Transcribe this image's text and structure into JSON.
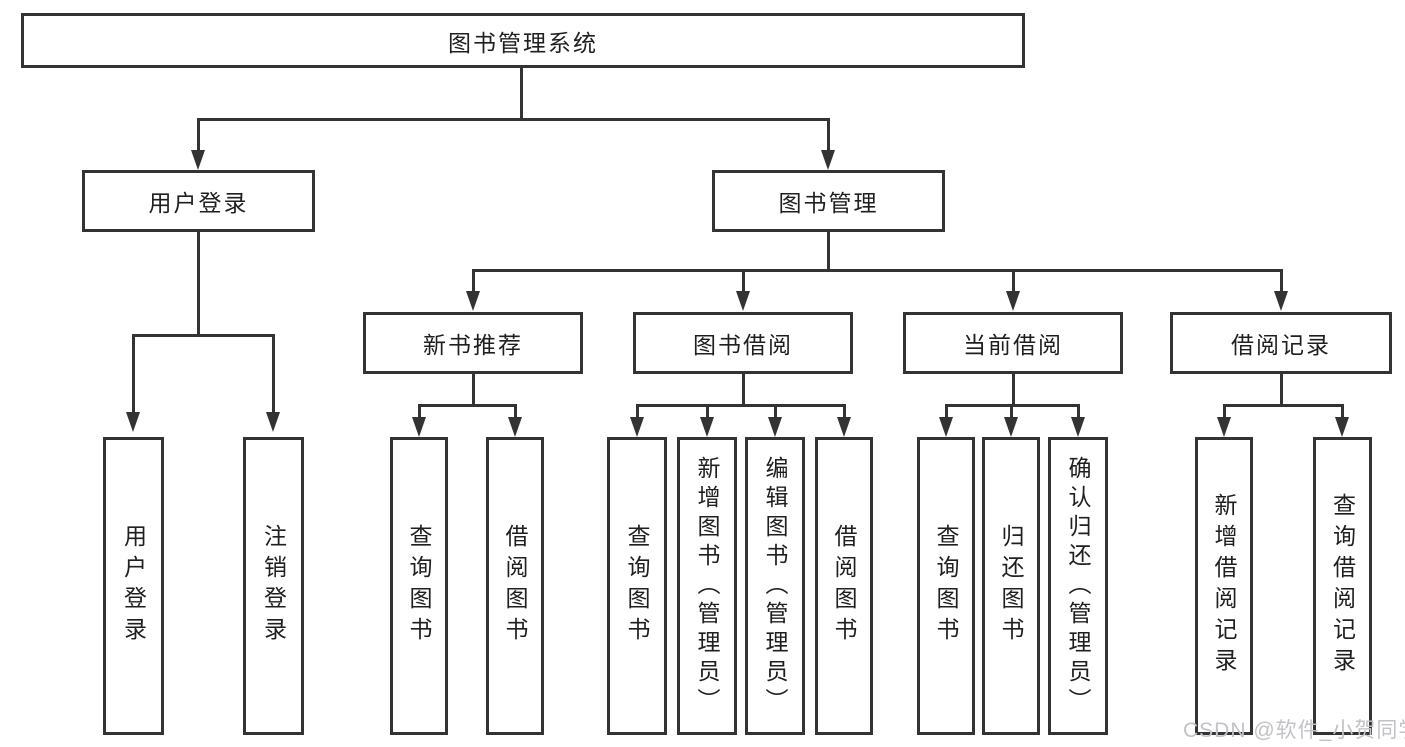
{
  "diagram": {
    "root": "图书管理系统",
    "user_login": {
      "label": "用户登录",
      "children": [
        "用户登录",
        "注销登录"
      ]
    },
    "book_management": {
      "label": "图书管理",
      "sections": [
        {
          "label": "新书推荐",
          "children": [
            "查询图书",
            "借阅图书"
          ]
        },
        {
          "label": "图书借阅",
          "children": [
            "查询图书",
            "新增图书（管理员）",
            "编辑图书（管理员）",
            "借阅图书"
          ]
        },
        {
          "label": "当前借阅",
          "children": [
            "查询图书",
            "归还图书",
            "确认归还（管理员）"
          ]
        },
        {
          "label": "借阅记录",
          "children": [
            "新增借阅记录",
            "查询借阅记录"
          ]
        }
      ]
    }
  },
  "watermark": "CSDN @软件_小贺同学"
}
